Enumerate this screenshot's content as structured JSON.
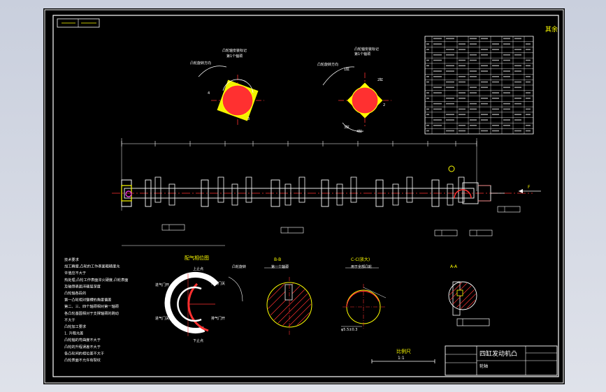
{
  "colors": {
    "background": "#000000",
    "outline": "#ffffff",
    "centerline": "#ff2020",
    "section": "#ffff00",
    "dimension": "#ffffff",
    "hatch": "#ff3030",
    "accent": "#ff40ff",
    "canvas": "#cfd3de"
  },
  "labels": {
    "corner_mark": "其余",
    "view_b": "B-B",
    "view_b_sub": "第一个轴颈",
    "view_c": "C-C(放大)",
    "view_c_sub": "用于全部凸轮",
    "view_a": "A-A",
    "intake_title": "配气相位图",
    "scale_title": "比例尺",
    "scale_value": "1:1",
    "title_block_name": "四缸发动机凸",
    "title_block_sub": "轮轴",
    "notes_title": "技术要求",
    "arrow_f": "F"
  },
  "notes_lines": [
    "技术要求",
    "加工精度,凸轮的工作表面粗糙度允",
    "许值应不大于",
    "热处理,凸轮工作表面淬火硬度,凸轮表面",
    "及轴颈表面淬硬层深度",
    "凸轮轴各段的",
    "第一凸轮相对键槽的角度偏差",
    "第二、三、四个轴颈相对第一轴颈",
    "各凸轮基圆相对于支撑轴颈的跳动",
    "不大于",
    "凸轮加工要求",
    "1. 升程允差",
    "凸轮轴的弯曲度不大于",
    "凸轮的升程误差不大于",
    "各凸轮间的相位差不大于",
    "凸轮表面不允许有裂纹"
  ]
}
